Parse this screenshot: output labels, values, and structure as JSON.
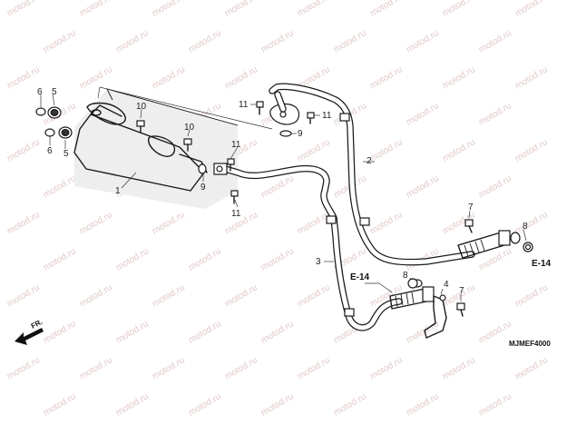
{
  "callouts": {
    "p1": "1",
    "p2": "2",
    "p3": "3",
    "p4": "4",
    "p5a": "5",
    "p5b": "5",
    "p6a": "6",
    "p6b": "6",
    "p7a": "7",
    "p7b": "7",
    "p8a": "8",
    "p8b": "8",
    "p9a": "9",
    "p9b": "9",
    "p10a": "10",
    "p10b": "10",
    "p11a": "11",
    "p11b": "11",
    "p11c": "11",
    "p11d": "11"
  },
  "refs": {
    "e14_left": "E-14",
    "e14_right": "E-14"
  },
  "direction_arrow": {
    "label": "FR."
  },
  "diagram_code": "MJMEF4000",
  "watermark_text": "motod.ru",
  "colors": {
    "line": "#1a1a1a",
    "watermark": "#e2c9c9"
  }
}
